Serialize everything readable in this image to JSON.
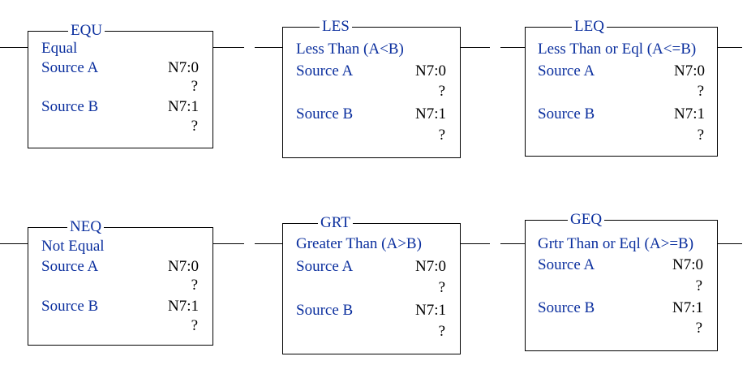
{
  "colors": {
    "instruction_text": "#0b2f9e",
    "value_text": "#000000",
    "wire": "#000000"
  },
  "rows": [
    {
      "blocks": [
        {
          "tag": "EQU",
          "desc": "Equal",
          "source_a_label": "Source A",
          "source_a_addr": "N7:0",
          "source_a_value": "?",
          "source_b_label": "Source B",
          "source_b_addr": "N7:1",
          "source_b_value": "?"
        },
        {
          "tag": "LES",
          "desc": "Less Than (A<B)",
          "source_a_label": "Source A",
          "source_a_addr": "N7:0",
          "source_a_value": "?",
          "source_b_label": "Source B",
          "source_b_addr": "N7:1",
          "source_b_value": "?"
        },
        {
          "tag": "LEQ",
          "desc": "Less Than or Eql (A<=B)",
          "source_a_label": "Source A",
          "source_a_addr": "N7:0",
          "source_a_value": "?",
          "source_b_label": "Source B",
          "source_b_addr": "N7:1",
          "source_b_value": "?"
        }
      ]
    },
    {
      "blocks": [
        {
          "tag": "NEQ",
          "desc": "Not Equal",
          "source_a_label": "Source A",
          "source_a_addr": "N7:0",
          "source_a_value": "?",
          "source_b_label": "Source B",
          "source_b_addr": "N7:1",
          "source_b_value": "?"
        },
        {
          "tag": "GRT",
          "desc": "Greater Than (A>B)",
          "source_a_label": "Source A",
          "source_a_addr": "N7:0",
          "source_a_value": "?",
          "source_b_label": "Source B",
          "source_b_addr": "N7:1",
          "source_b_value": "?"
        },
        {
          "tag": "GEQ",
          "desc": "Grtr Than or Eql (A>=B)",
          "source_a_label": "Source A",
          "source_a_addr": "N7:0",
          "source_a_value": "?",
          "source_b_label": "Source B",
          "source_b_addr": "N7:1",
          "source_b_value": "?"
        }
      ]
    }
  ]
}
